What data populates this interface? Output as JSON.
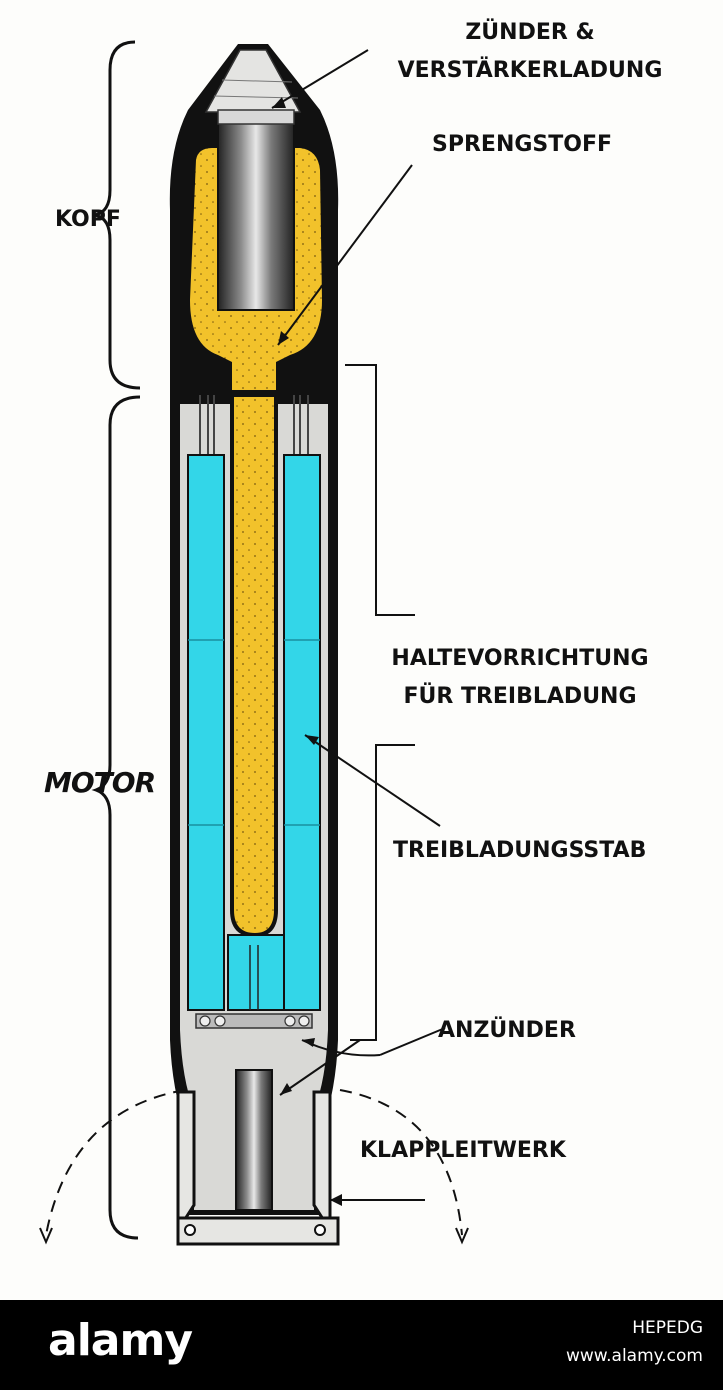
{
  "labels": {
    "zuender_line1": "ZÜNDER &",
    "zuender_line2": "VERSTÄRKERLADUNG",
    "sprengstoff": "SPRENGSTOFF",
    "kopf": "KOPF",
    "motor": "MOTOR",
    "halte_line1": "HALTEVORRICHTUNG",
    "halte_line2": "FÜR TREIBLADUNG",
    "treibladungsstab": "TREIBLADUNGSSTAB",
    "anzuender": "ANZÜNDER",
    "klappleitwerk": "KLAPPLEITWERK"
  },
  "footer": {
    "brand": "alamy",
    "image_id": "HEPEDG",
    "site": "www.alamy.com"
  },
  "colors": {
    "explosive": "#f2c22b",
    "propellant": "#33d6e8",
    "casing": "#111111",
    "interior": "#d9d9d6"
  }
}
